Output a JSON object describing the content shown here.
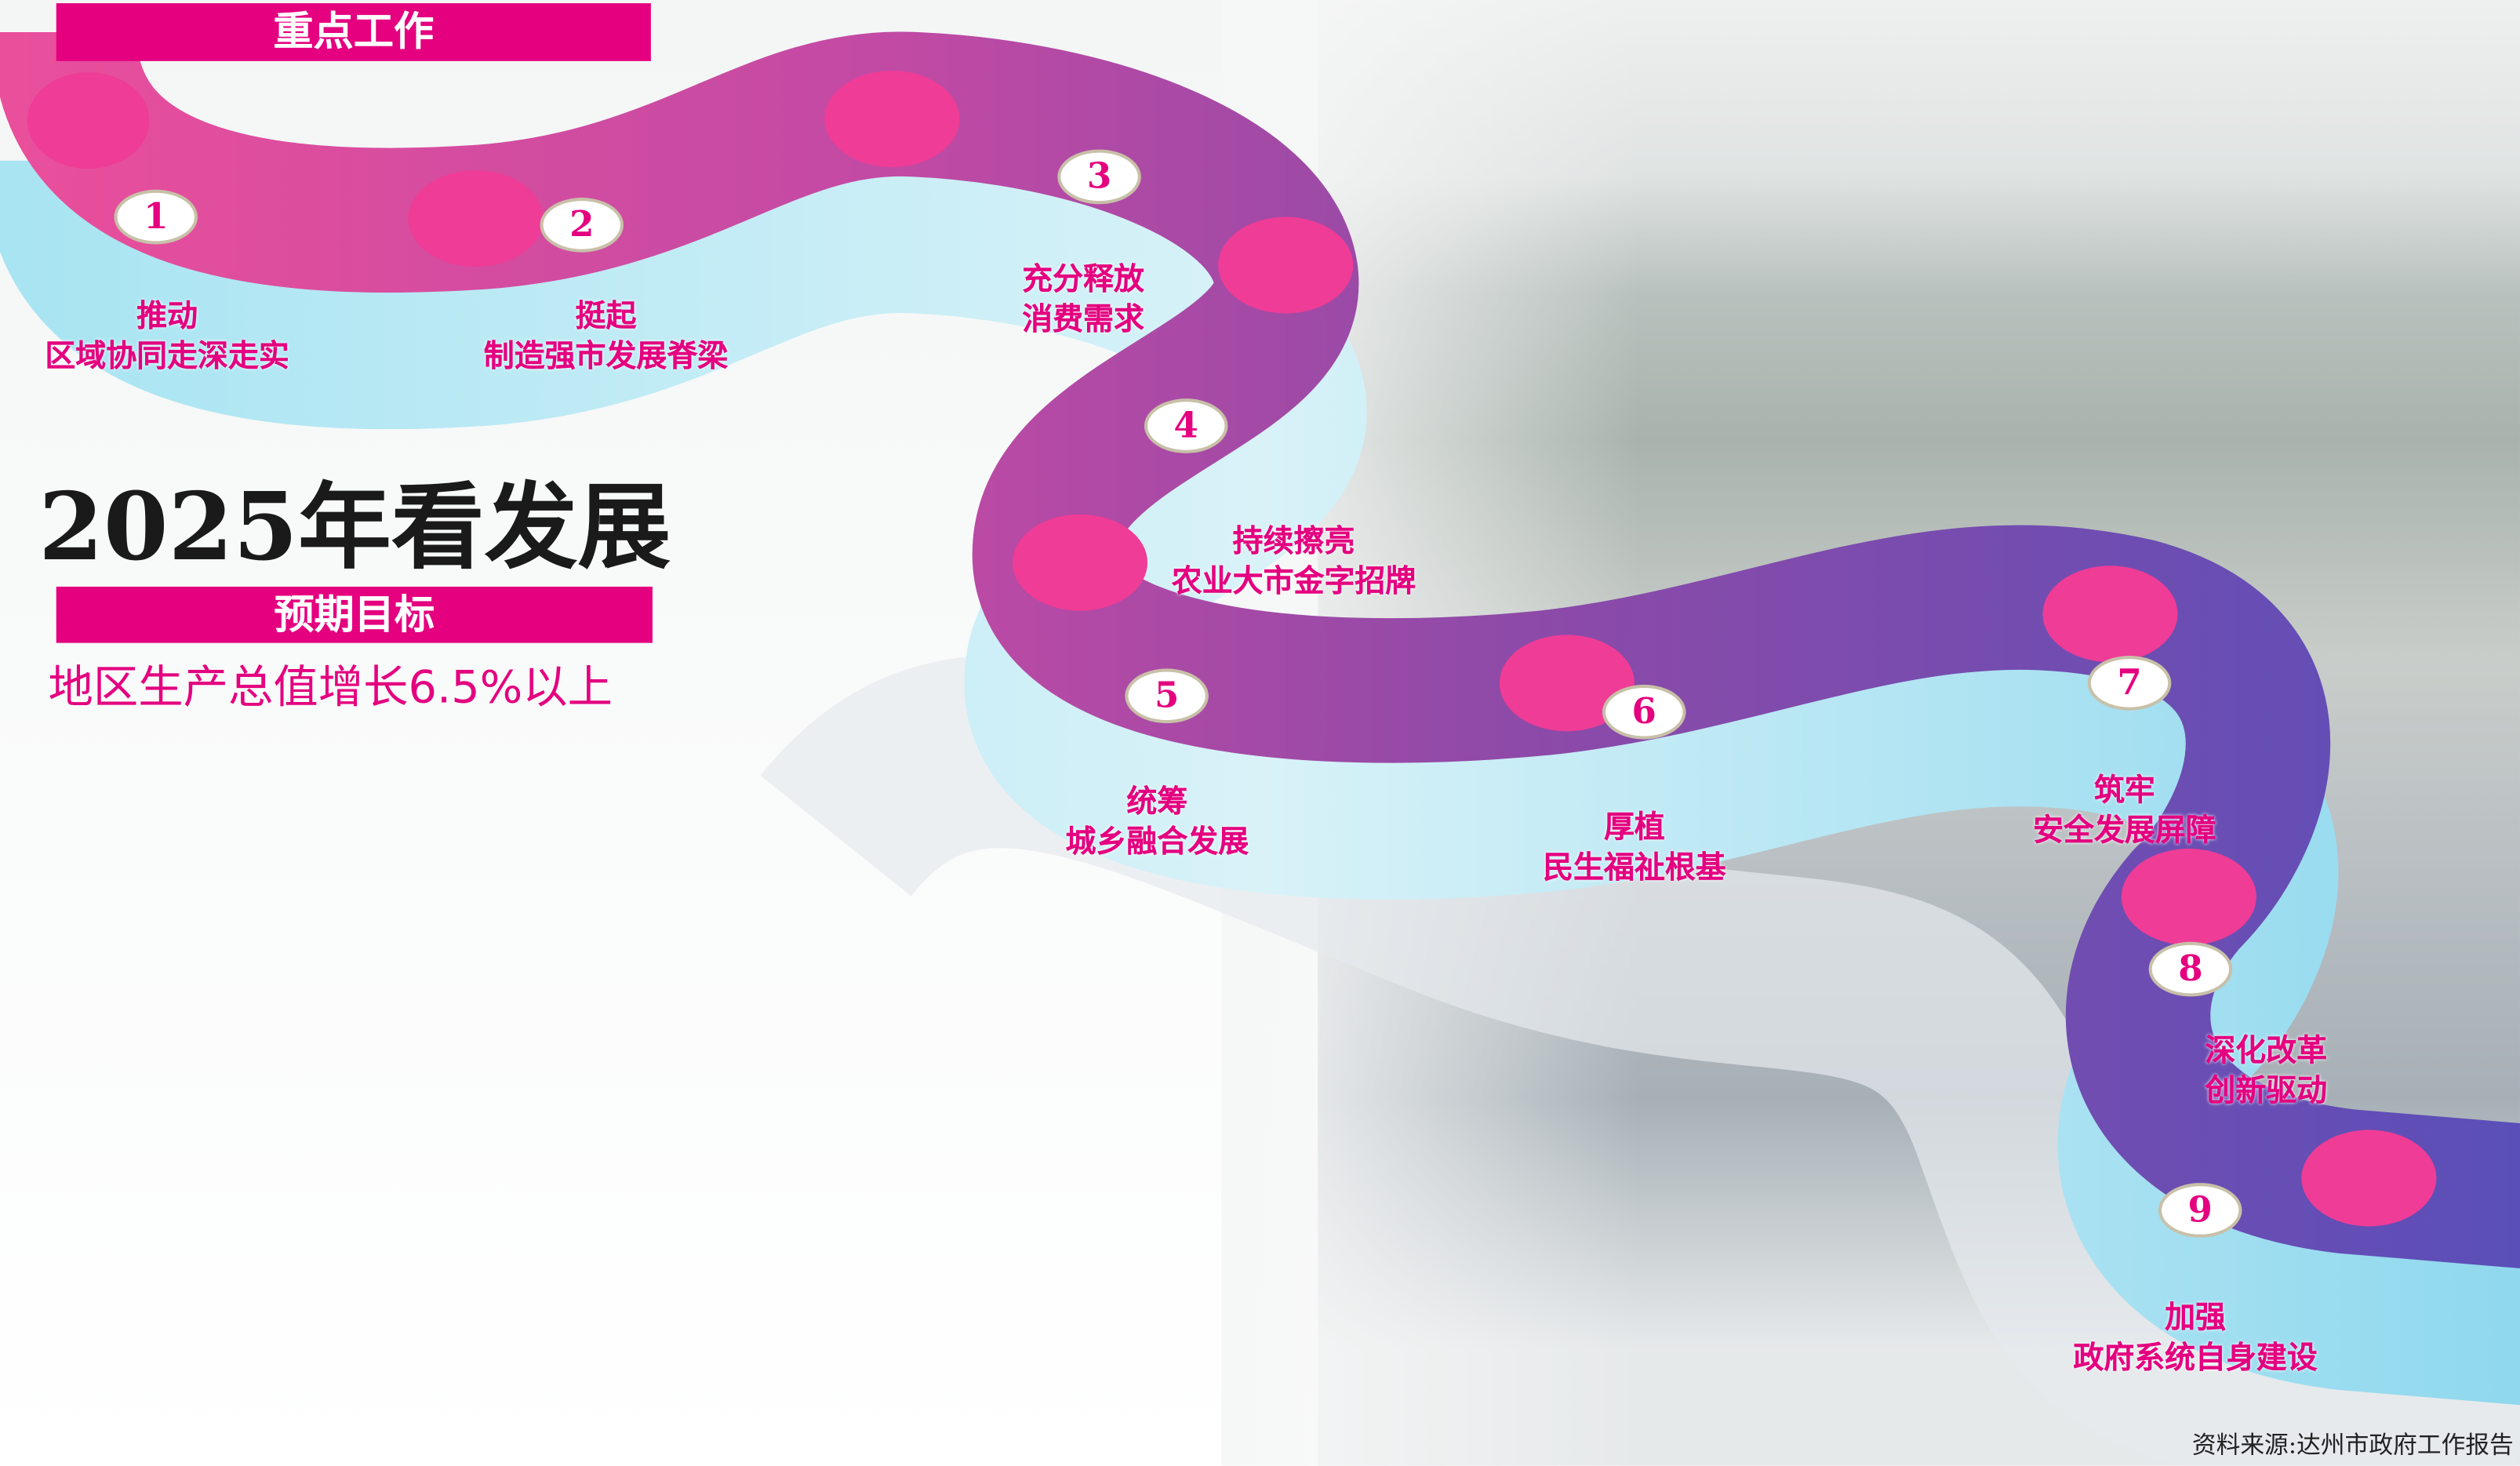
{
  "header": {
    "label": "重点工作"
  },
  "title": "2025年看发展",
  "goal": {
    "label": "预期目标",
    "text": "地区生产总值增长6.5%以上"
  },
  "colors": {
    "accent": "#e4007f",
    "ribbon_start": "#e8509a",
    "ribbon_mid": "#8e4aa8",
    "ribbon_end": "#5a4fb8",
    "wall": "#a8e4f2"
  },
  "tasks": [
    {
      "num": "1",
      "line1": "推动",
      "line2": "区域协同走深走实"
    },
    {
      "num": "2",
      "line1": "挺起",
      "line2": "制造强市发展脊梁"
    },
    {
      "num": "3",
      "line1": "充分释放",
      "line2": "消费需求"
    },
    {
      "num": "4",
      "line1": "持续擦亮",
      "line2": "农业大市金字招牌"
    },
    {
      "num": "5",
      "line1": "统筹",
      "line2": "城乡融合发展"
    },
    {
      "num": "6",
      "line1": "厚植",
      "line2": "民生福祉根基"
    },
    {
      "num": "7",
      "line1": "筑牢",
      "line2": "安全发展屏障"
    },
    {
      "num": "8",
      "line1": "深化改革",
      "line2": "创新驱动"
    },
    {
      "num": "9",
      "line1": "加强",
      "line2": "政府系统自身建设"
    }
  ],
  "source": "资料来源:达州市政府工作报告"
}
